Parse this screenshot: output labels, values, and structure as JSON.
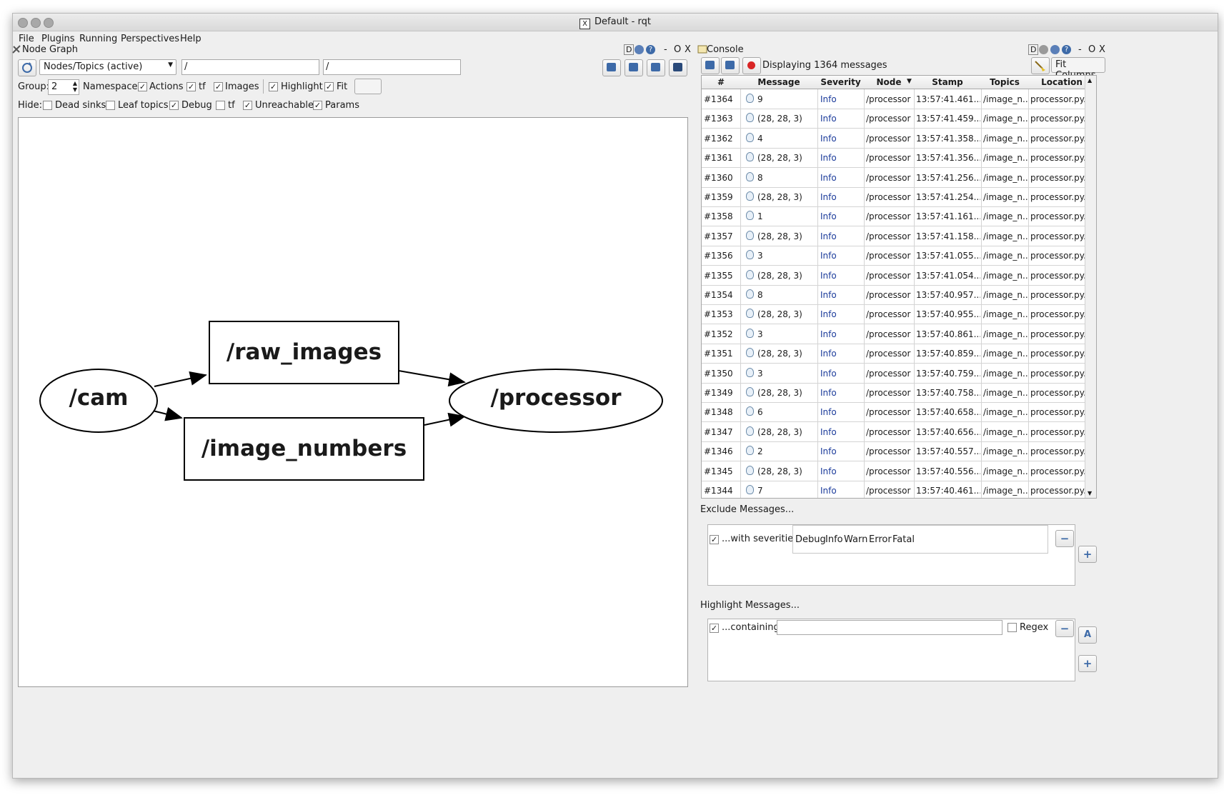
{
  "window": {
    "title": "Default - rqt",
    "x_logo": "X"
  },
  "menu": [
    "File",
    "Plugins",
    "Running",
    "Perspectives",
    "Help"
  ],
  "node_graph": {
    "title": "Node Graph",
    "dock_buttons": {
      "d": "D",
      "o": "O",
      "x": "X",
      "dash": "-"
    },
    "graph_type": "Nodes/Topics (active)",
    "filter_1": "/",
    "filter_2": "/",
    "group_label": "Group:",
    "group_value": "2",
    "options": [
      {
        "label": "Namespaces",
        "checked": false
      },
      {
        "label": "Actions",
        "checked": true
      },
      {
        "label": "tf",
        "checked": true
      },
      {
        "label": "Images",
        "checked": true
      },
      {
        "label": "Highlight",
        "checked": true
      },
      {
        "label": "Fit",
        "checked": true
      }
    ],
    "hide_label": "Hide:",
    "hide_options": [
      {
        "label": "Dead sinks",
        "checked": false
      },
      {
        "label": "Leaf topics",
        "checked": false
      },
      {
        "label": "Debug",
        "checked": true
      },
      {
        "label": "tf",
        "checked": false
      },
      {
        "label": "Unreachable",
        "checked": true
      },
      {
        "label": "Params",
        "checked": true
      }
    ],
    "nodes": {
      "cam": "/cam",
      "raw_images": "/raw_images",
      "image_numbers": "/image_numbers",
      "processor": "/processor"
    }
  },
  "console": {
    "title": "Console",
    "dock_buttons": {
      "d": "D",
      "o": "O",
      "x": "X",
      "dash": "-"
    },
    "status": "Displaying 1364 messages",
    "fit_columns": "Fit Columns",
    "columns": [
      "#",
      "Message",
      "Severity",
      "Node",
      "Stamp",
      "Topics",
      "Location"
    ],
    "rows": [
      {
        "id": "#1364",
        "msg": "9",
        "sev": "Info",
        "node": "/processor",
        "stamp": "13:57:41.461...",
        "topics": "/image_n...",
        "loc": "processor.py..."
      },
      {
        "id": "#1363",
        "msg": "(28, 28, 3)",
        "sev": "Info",
        "node": "/processor",
        "stamp": "13:57:41.459...",
        "topics": "/image_n...",
        "loc": "processor.py..."
      },
      {
        "id": "#1362",
        "msg": "4",
        "sev": "Info",
        "node": "/processor",
        "stamp": "13:57:41.358...",
        "topics": "/image_n...",
        "loc": "processor.py..."
      },
      {
        "id": "#1361",
        "msg": "(28, 28, 3)",
        "sev": "Info",
        "node": "/processor",
        "stamp": "13:57:41.356...",
        "topics": "/image_n...",
        "loc": "processor.py..."
      },
      {
        "id": "#1360",
        "msg": "8",
        "sev": "Info",
        "node": "/processor",
        "stamp": "13:57:41.256...",
        "topics": "/image_n...",
        "loc": "processor.py..."
      },
      {
        "id": "#1359",
        "msg": "(28, 28, 3)",
        "sev": "Info",
        "node": "/processor",
        "stamp": "13:57:41.254...",
        "topics": "/image_n...",
        "loc": "processor.py..."
      },
      {
        "id": "#1358",
        "msg": "1",
        "sev": "Info",
        "node": "/processor",
        "stamp": "13:57:41.161...",
        "topics": "/image_n...",
        "loc": "processor.py..."
      },
      {
        "id": "#1357",
        "msg": "(28, 28, 3)",
        "sev": "Info",
        "node": "/processor",
        "stamp": "13:57:41.158...",
        "topics": "/image_n...",
        "loc": "processor.py..."
      },
      {
        "id": "#1356",
        "msg": "3",
        "sev": "Info",
        "node": "/processor",
        "stamp": "13:57:41.055...",
        "topics": "/image_n...",
        "loc": "processor.py..."
      },
      {
        "id": "#1355",
        "msg": "(28, 28, 3)",
        "sev": "Info",
        "node": "/processor",
        "stamp": "13:57:41.054...",
        "topics": "/image_n...",
        "loc": "processor.py..."
      },
      {
        "id": "#1354",
        "msg": "8",
        "sev": "Info",
        "node": "/processor",
        "stamp": "13:57:40.957...",
        "topics": "/image_n...",
        "loc": "processor.py..."
      },
      {
        "id": "#1353",
        "msg": "(28, 28, 3)",
        "sev": "Info",
        "node": "/processor",
        "stamp": "13:57:40.955...",
        "topics": "/image_n...",
        "loc": "processor.py..."
      },
      {
        "id": "#1352",
        "msg": "3",
        "sev": "Info",
        "node": "/processor",
        "stamp": "13:57:40.861...",
        "topics": "/image_n...",
        "loc": "processor.py..."
      },
      {
        "id": "#1351",
        "msg": "(28, 28, 3)",
        "sev": "Info",
        "node": "/processor",
        "stamp": "13:57:40.859...",
        "topics": "/image_n...",
        "loc": "processor.py..."
      },
      {
        "id": "#1350",
        "msg": "3",
        "sev": "Info",
        "node": "/processor",
        "stamp": "13:57:40.759...",
        "topics": "/image_n...",
        "loc": "processor.py..."
      },
      {
        "id": "#1349",
        "msg": "(28, 28, 3)",
        "sev": "Info",
        "node": "/processor",
        "stamp": "13:57:40.758...",
        "topics": "/image_n...",
        "loc": "processor.py..."
      },
      {
        "id": "#1348",
        "msg": "6",
        "sev": "Info",
        "node": "/processor",
        "stamp": "13:57:40.658...",
        "topics": "/image_n...",
        "loc": "processor.py..."
      },
      {
        "id": "#1347",
        "msg": "(28, 28, 3)",
        "sev": "Info",
        "node": "/processor",
        "stamp": "13:57:40.656...",
        "topics": "/image_n...",
        "loc": "processor.py..."
      },
      {
        "id": "#1346",
        "msg": "2",
        "sev": "Info",
        "node": "/processor",
        "stamp": "13:57:40.557...",
        "topics": "/image_n...",
        "loc": "processor.py..."
      },
      {
        "id": "#1345",
        "msg": "(28, 28, 3)",
        "sev": "Info",
        "node": "/processor",
        "stamp": "13:57:40.556...",
        "topics": "/image_n...",
        "loc": "processor.py..."
      },
      {
        "id": "#1344",
        "msg": "7",
        "sev": "Info",
        "node": "/processor",
        "stamp": "13:57:40.461...",
        "topics": "/image_n...",
        "loc": "processor.py..."
      }
    ],
    "exclude": {
      "title": "Exclude Messages...",
      "label": "...with severities:",
      "severities": [
        "Debug",
        "Info",
        "Warn",
        "Error",
        "Fatal"
      ],
      "minus": "−",
      "plus": "+"
    },
    "highlight": {
      "title": "Highlight Messages...",
      "label": "...containing:",
      "value": "",
      "regex": "Regex",
      "minus": "−",
      "plus": "+"
    }
  },
  "colors": {
    "severity_info": "#1a3a9a",
    "record_red": "#d92626",
    "accent": "#3d6aa8"
  }
}
